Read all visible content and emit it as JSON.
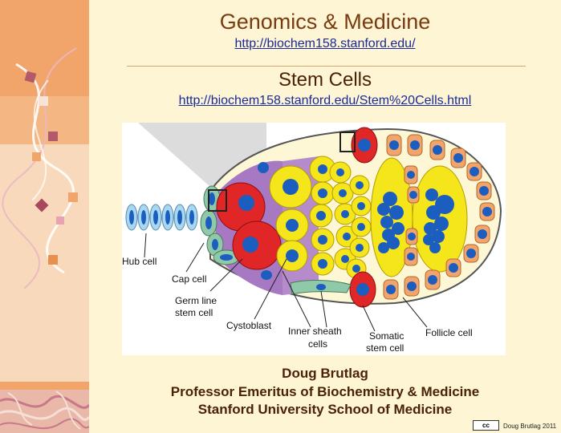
{
  "slide": {
    "title": "Genomics & Medicine",
    "url_main": "http://biochem158.stanford.edu/",
    "subtitle": "Stem Cells",
    "url_topic": "http://biochem158.stanford.edu/Stem%20Cells.html",
    "author": "Doug Brutlag",
    "affiliation_1": "Professor Emeritus of Biochemistry & Medicine",
    "affiliation_2": "Stanford University School of Medicine",
    "cc_badge": "cc",
    "copyright": "Doug Brutlag 2011"
  },
  "figure": {
    "labels": {
      "hub_cell": "Hub cell",
      "cap_cell": "Cap cell",
      "germ_line_1": "Germ line",
      "germ_line_2": "stem cell",
      "cystoblast": "Cystoblast",
      "inner_sheath_1": "Inner sheath",
      "inner_sheath_2": "cells",
      "somatic_1": "Somatic",
      "somatic_2": "stem cell",
      "follicle_cell": "Follicle cell"
    },
    "colors": {
      "germ_stem": "#e02626",
      "cyst_cell": "#f5e61c",
      "nucleus": "#1c5ec0",
      "follicle": "#f2a46a",
      "hub": "#a8d8f0",
      "cap": "#8fc9a8",
      "sheath": "#a779c2"
    }
  }
}
